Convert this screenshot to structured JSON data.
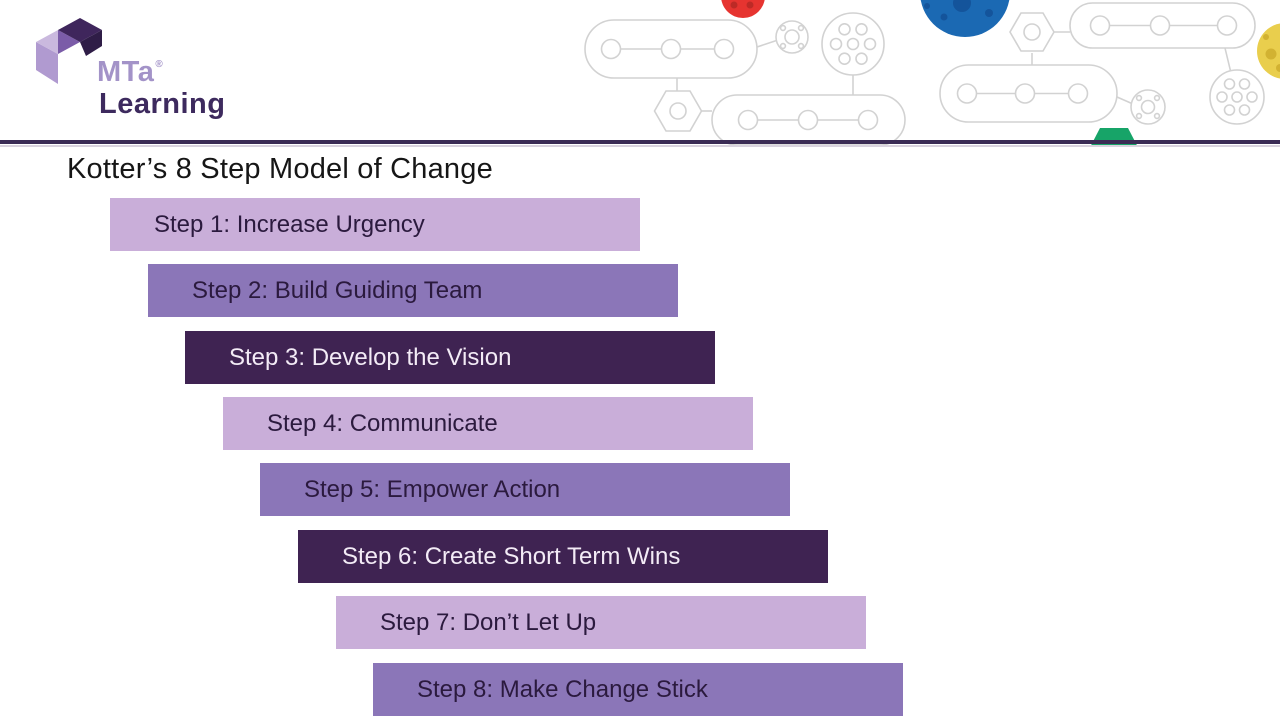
{
  "logo": {
    "brand": "MTa",
    "registered": "®",
    "sub": "Learning"
  },
  "title": "Kotter’s 8 Step Model of Change",
  "steps": [
    {
      "label": "Step 1: Increase Urgency",
      "variant": "light"
    },
    {
      "label": "Step 2: Build Guiding Team",
      "variant": "medium"
    },
    {
      "label": "Step 3: Develop the Vision",
      "variant": "dark"
    },
    {
      "label": "Step 4: Communicate",
      "variant": "light"
    },
    {
      "label": "Step 5: Empower Action",
      "variant": "medium"
    },
    {
      "label": "Step 6: Create Short Term Wins",
      "variant": "dark"
    },
    {
      "label": "Step 7: Don’t Let Up",
      "variant": "light"
    },
    {
      "label": "Step 8: Make Change Stick",
      "variant": "medium"
    }
  ],
  "colors": {
    "step_light": "#c9aed9",
    "step_medium": "#8b76b8",
    "step_dark": "#3f2352",
    "step_text_dark": "#2b1a3e",
    "step_text_light": "#f3ebf6",
    "divider": "#3b2c55",
    "accent_red": "#e63430",
    "accent_blue": "#1b69b3",
    "accent_yellow": "#e9ce4d",
    "accent_green": "#17a468",
    "logo_brand": "#a393c8",
    "logo_sub": "#3d2a5e",
    "decor_outline": "#d2d2d2"
  },
  "decor": {
    "icons": [
      "molecule-pill-icon",
      "hexagon-icon",
      "dotted-circle-icon",
      "flower-circle-icon",
      "gear-face-icon",
      "red-half-circle-icon",
      "blue-planet-icon",
      "yellow-moon-icon",
      "green-hexagon-icon"
    ]
  }
}
